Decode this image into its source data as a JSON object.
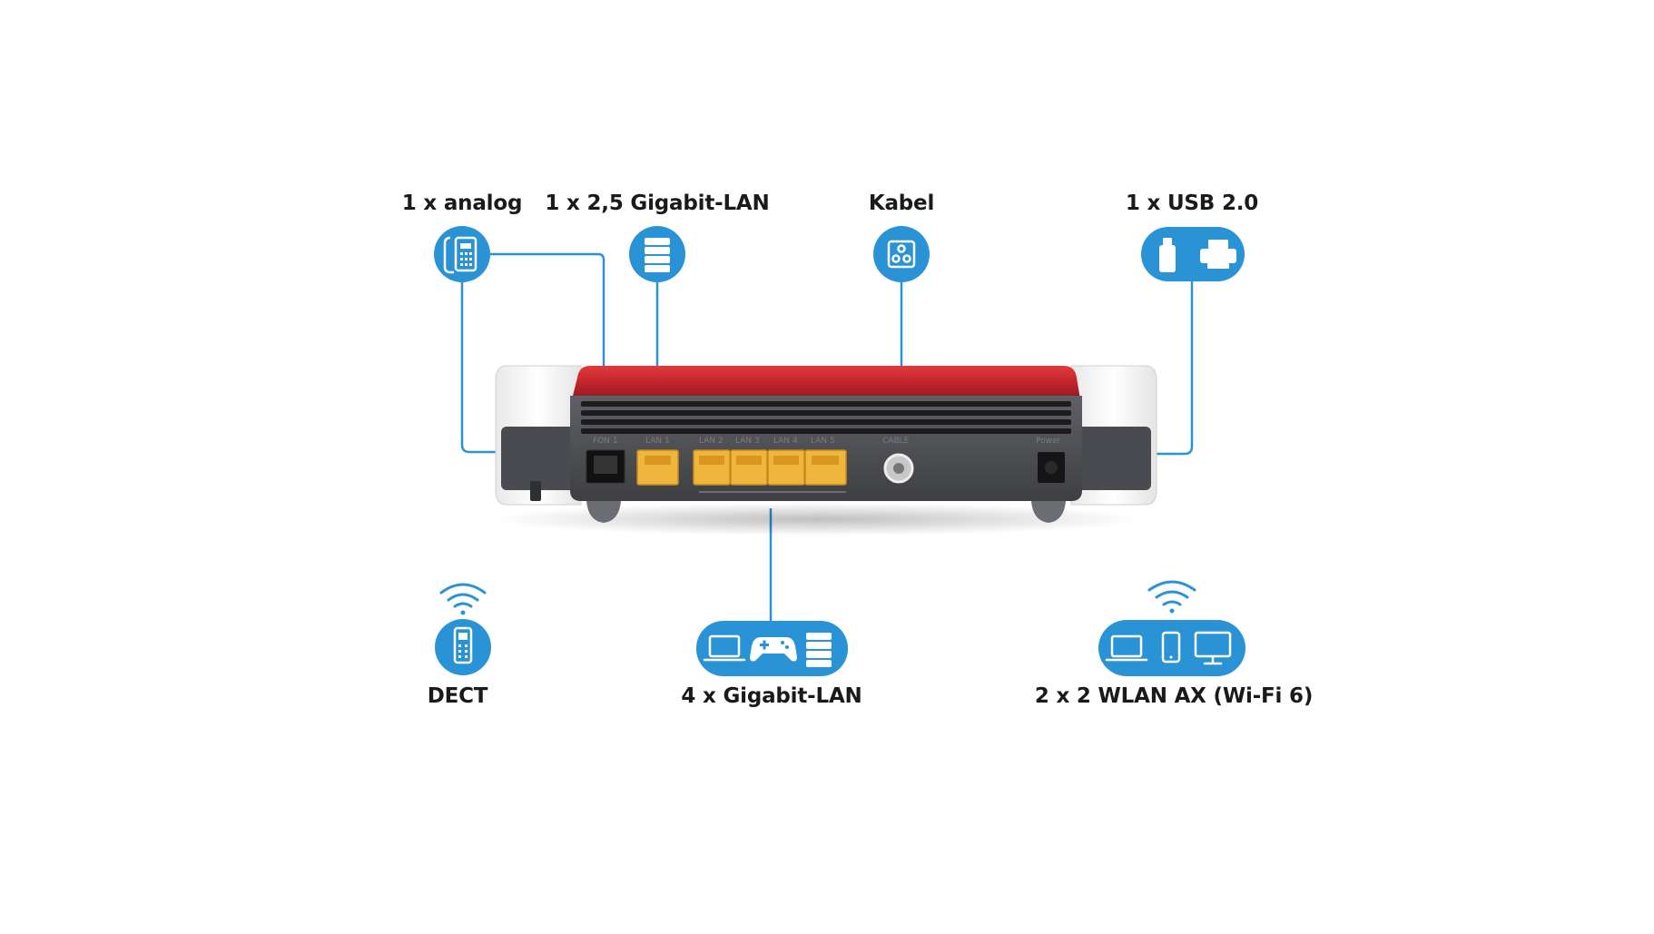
{
  "labels": {
    "analog": "1 x analog",
    "lan25": "1 x 2,5 Gigabit-LAN",
    "kabel": "Kabel",
    "usb": "1 x USB 2.0",
    "dect": "DECT",
    "lan4": "4 x Gigabit-LAN",
    "wlan": "2 x 2 WLAN AX (Wi-Fi 6)"
  },
  "port_labels": [
    "FON 1",
    "LAN 1",
    "LAN 2",
    "LAN 3",
    "LAN 4",
    "LAN 5",
    "CABLE",
    "Power"
  ],
  "icons": {
    "analog": [
      "phone-icon"
    ],
    "lan25": [
      "server-icon"
    ],
    "kabel": [
      "coax-socket-icon"
    ],
    "usb": [
      "usb-stick-icon",
      "printer-icon"
    ],
    "dect": [
      "wifi-icon",
      "cordless-phone-icon"
    ],
    "lan4": [
      "laptop-icon",
      "gamepad-icon",
      "server-icon"
    ],
    "wlan": [
      "wifi-icon",
      "laptop-icon",
      "smartphone-icon",
      "monitor-icon"
    ]
  },
  "colors": {
    "accent": "#2a93d5",
    "router_red": "#c0262c",
    "router_body": "#5a5b60",
    "lan_port": "#f0b53c",
    "text": "#1a1a1a"
  }
}
